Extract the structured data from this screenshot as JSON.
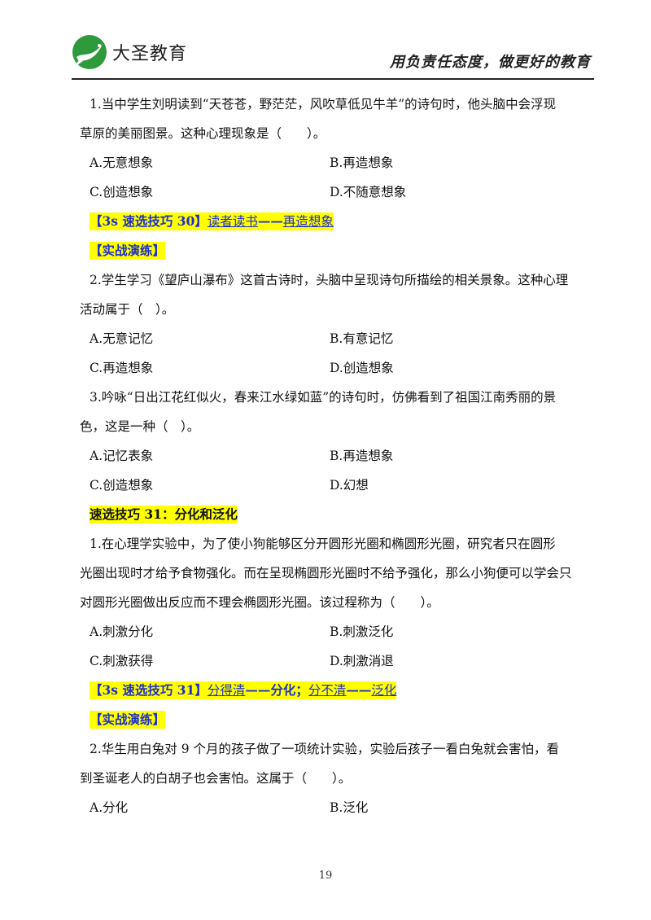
{
  "header": {
    "brand": "大圣教育",
    "slogan": "用负责任态度，做更好的教育"
  },
  "items": [
    {
      "type": "q",
      "lines": [
        "1.当中学生刘明读到“天苍苍，野茫茫，风吹草低见牛羊”的诗句时，他头脑中会浮现",
        "草原的美丽图景。这种心理现象是（　　）。"
      ]
    },
    {
      "type": "opts",
      "a": "A.无意想象",
      "b": "B.再造想象"
    },
    {
      "type": "opts",
      "a": "C.创造想象",
      "b": "D.不随意想象"
    },
    {
      "type": "tip",
      "prefix": "【3s 速选技巧 30】",
      "parts": [
        "读者读书",
        "——",
        "再造想象"
      ]
    },
    {
      "type": "practice",
      "text": "【实战演练】"
    },
    {
      "type": "q",
      "lines": [
        "2.学生学习《望庐山瀑布》这首古诗时，头脑中呈现诗句所描绘的相关景象。这种心理",
        "活动属于（　）。"
      ]
    },
    {
      "type": "opts",
      "a": "A.无意记忆",
      "b": "B.有意记忆"
    },
    {
      "type": "opts",
      "a": "C.再造想象",
      "b": "D.创造想象"
    },
    {
      "type": "q",
      "lines": [
        "3.吟咏“日出江花红似火，春来江水绿如蓝”的诗句时，仿佛看到了祖国江南秀丽的景",
        "色，这是一种（　）。"
      ]
    },
    {
      "type": "opts",
      "a": "A.记忆表象",
      "b": "B.再造想象"
    },
    {
      "type": "opts",
      "a": "C.创造想象",
      "b": "D.幻想"
    },
    {
      "type": "section",
      "text": "速选技巧 31：分化和泛化"
    },
    {
      "type": "q",
      "lines": [
        "1.在心理学实验中，为了使小狗能够区分开圆形光圈和椭圆形光圈，研究者只在圆形",
        "光圈出现时才给予食物强化。而在呈现椭圆形光圈时不给予强化，那么小狗便可以学会只",
        "对圆形光圈做出反应而不理会椭圆形光圈。该过程称为（　　）。"
      ]
    },
    {
      "type": "opts",
      "a": "A.刺激分化",
      "b": "B.刺激泛化"
    },
    {
      "type": "opts",
      "a": "C.刺激获得",
      "b": "D.刺激消退"
    },
    {
      "type": "tip2",
      "prefix": "【3s 速选技巧 31】",
      "parts": [
        "分得清",
        "——",
        "分化；",
        "分不清",
        "——",
        "泛化"
      ]
    },
    {
      "type": "practice",
      "text": "【实战演练】"
    },
    {
      "type": "q",
      "lines": [
        "2.华生用白兔对 9 个月的孩子做了一项统计实验，实验后孩子一看白兔就会害怕，看",
        "到圣诞老人的白胡子也会害怕。这属于（　　）。"
      ]
    },
    {
      "type": "opts",
      "a": "A.分化",
      "b": "B.泛化"
    }
  ],
  "page_number": "19"
}
